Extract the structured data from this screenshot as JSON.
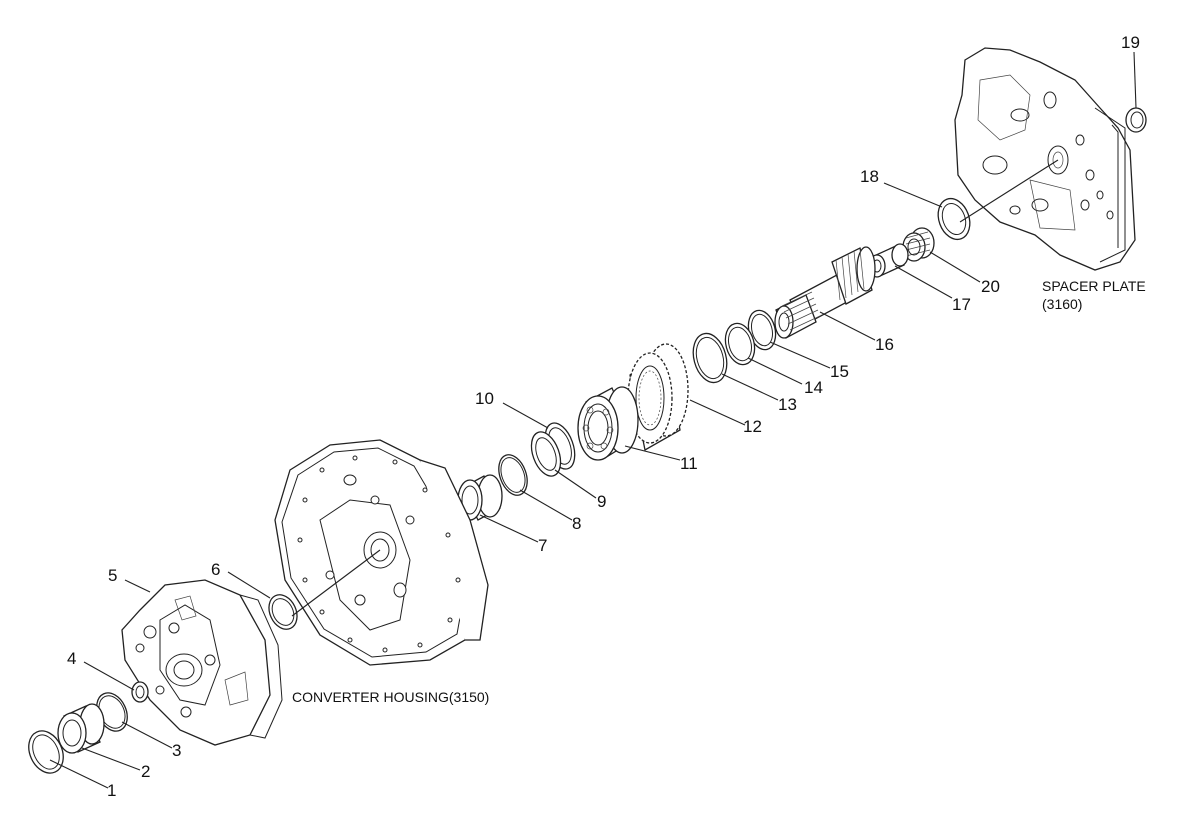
{
  "labels": {
    "converter_housing": "CONVERTER HOUSING(3150)",
    "spacer_plate_line1": "SPACER PLATE",
    "spacer_plate_line2": "(3160)"
  },
  "callouts": [
    "1",
    "2",
    "3",
    "4",
    "5",
    "6",
    "7",
    "8",
    "9",
    "10",
    "11",
    "12",
    "13",
    "14",
    "15",
    "16",
    "17",
    "18",
    "19",
    "20"
  ]
}
